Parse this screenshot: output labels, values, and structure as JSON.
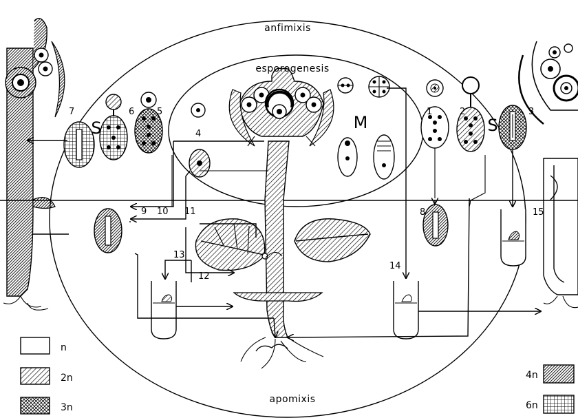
{
  "regions": {
    "outer": "anfimixis",
    "inner": "esporogenesis",
    "bottom": "apomixis"
  },
  "markers": {
    "s_left": "S",
    "s_right": "S",
    "m": "M"
  },
  "pathway_numbers": [
    "1",
    "2",
    "3",
    "4",
    "5",
    "6",
    "7",
    "8",
    "9",
    "10",
    "11",
    "12",
    "13",
    "14",
    "15"
  ],
  "legend": [
    {
      "label": "n",
      "pattern": "none"
    },
    {
      "label": "2n",
      "pattern": "diagonal-hatch"
    },
    {
      "label": "3n",
      "pattern": "crosshatch"
    },
    {
      "label": "4n",
      "pattern": "dense-hatch"
    },
    {
      "label": "6n",
      "pattern": "grid"
    }
  ]
}
